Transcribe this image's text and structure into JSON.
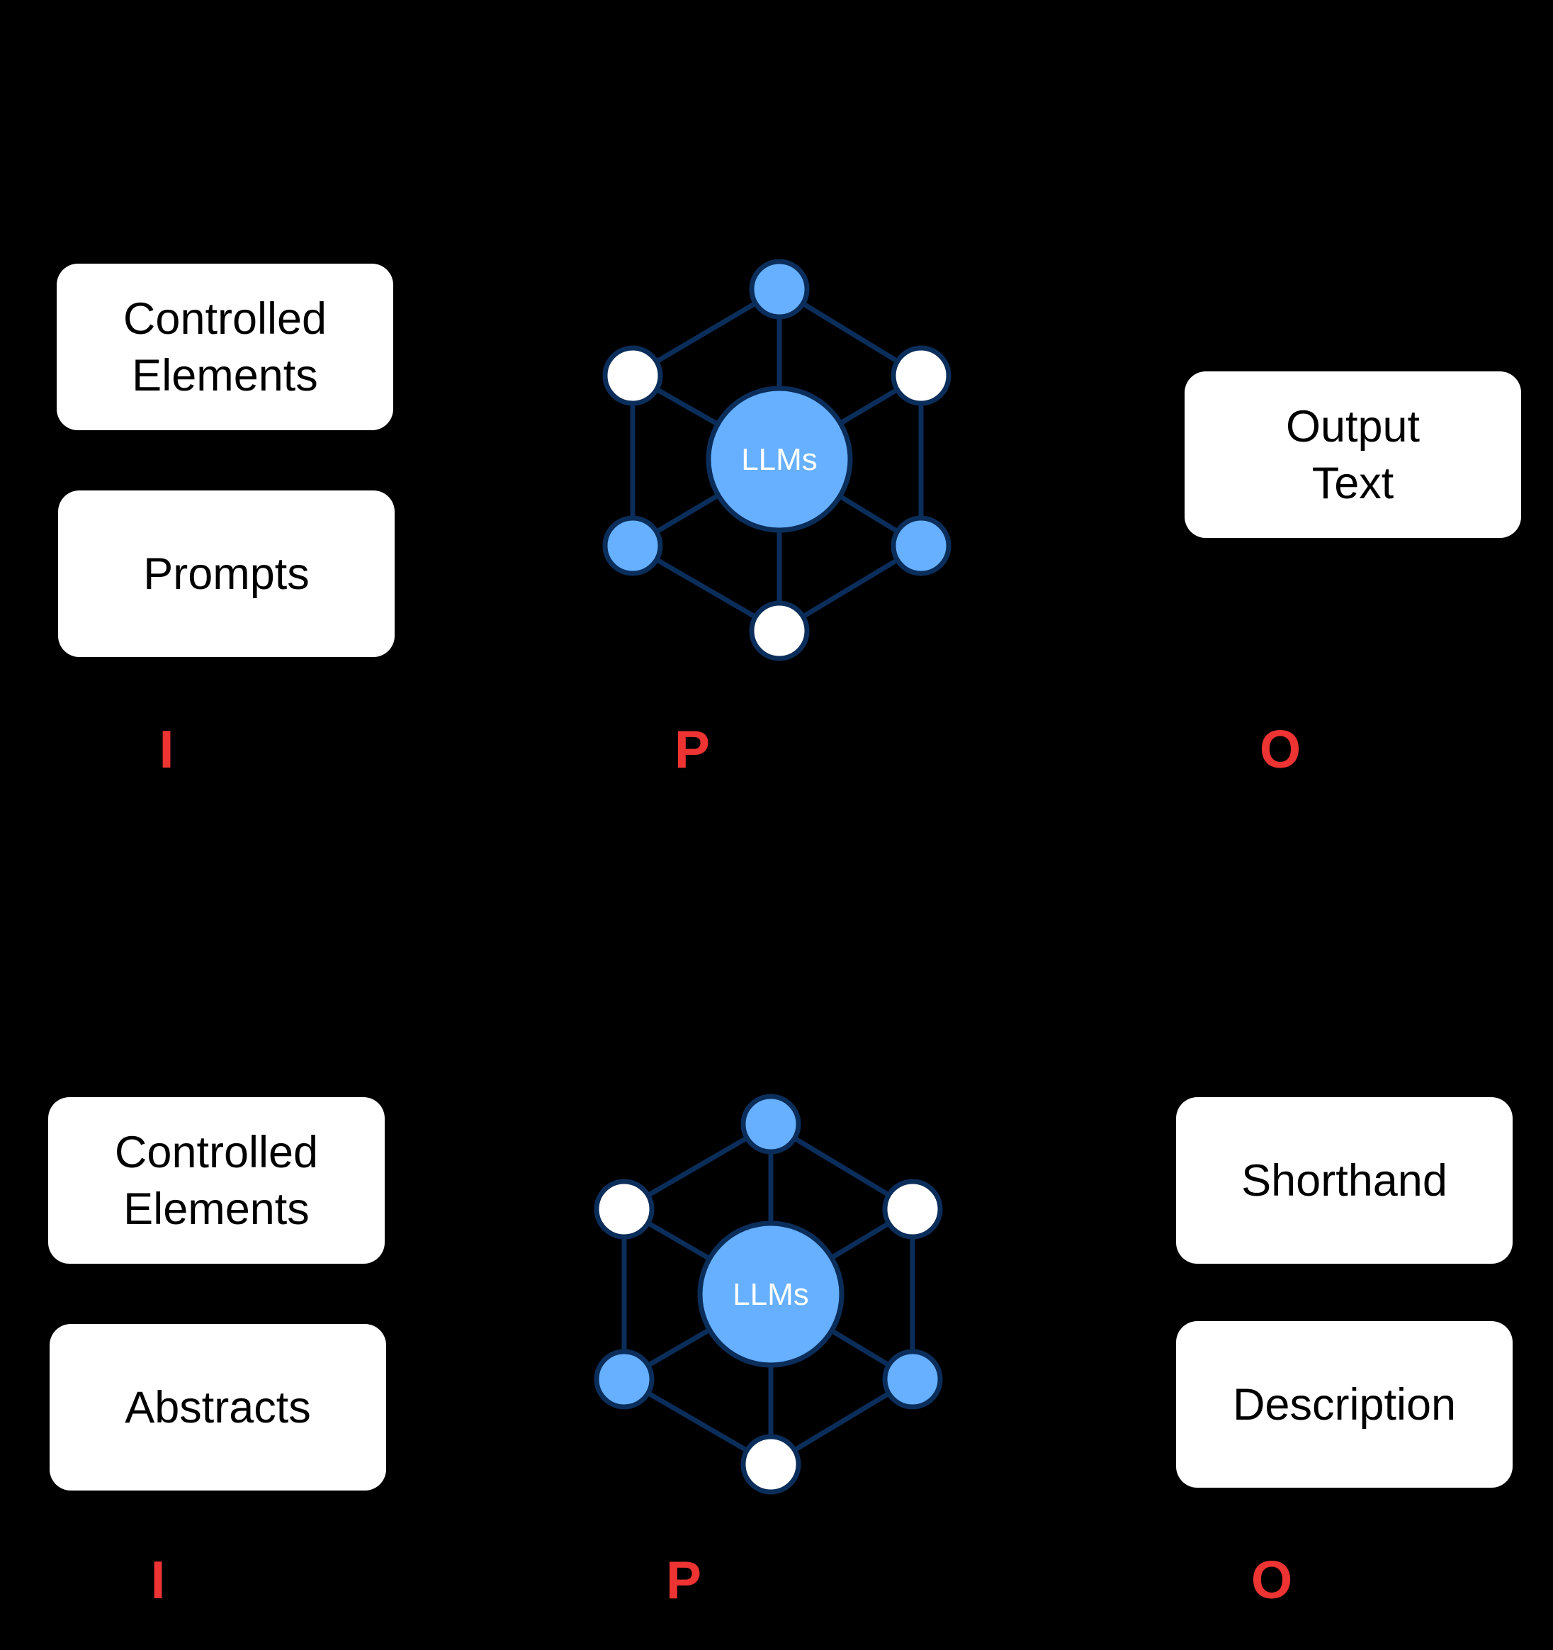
{
  "colors": {
    "background": "#000000",
    "box_fill": "#ffffff",
    "box_text": "#000000",
    "stage_letter": "#ee3333",
    "node_blue": "#66b0ff",
    "node_white": "#ffffff",
    "edge_dark_blue": "#0b2d5a",
    "center_text": "#ffffff"
  },
  "panels": [
    {
      "inputs": [
        "Controlled\nElements",
        "Prompts"
      ],
      "process_label": "LLMs",
      "outputs": [
        "Output\nText"
      ],
      "stages": {
        "input": "I",
        "process": "P",
        "output": "O"
      }
    },
    {
      "inputs": [
        "Controlled\nElements",
        "Abstracts"
      ],
      "process_label": "LLMs",
      "outputs": [
        "Shorthand",
        "Description"
      ],
      "stages": {
        "input": "I",
        "process": "P",
        "output": "O"
      }
    }
  ]
}
